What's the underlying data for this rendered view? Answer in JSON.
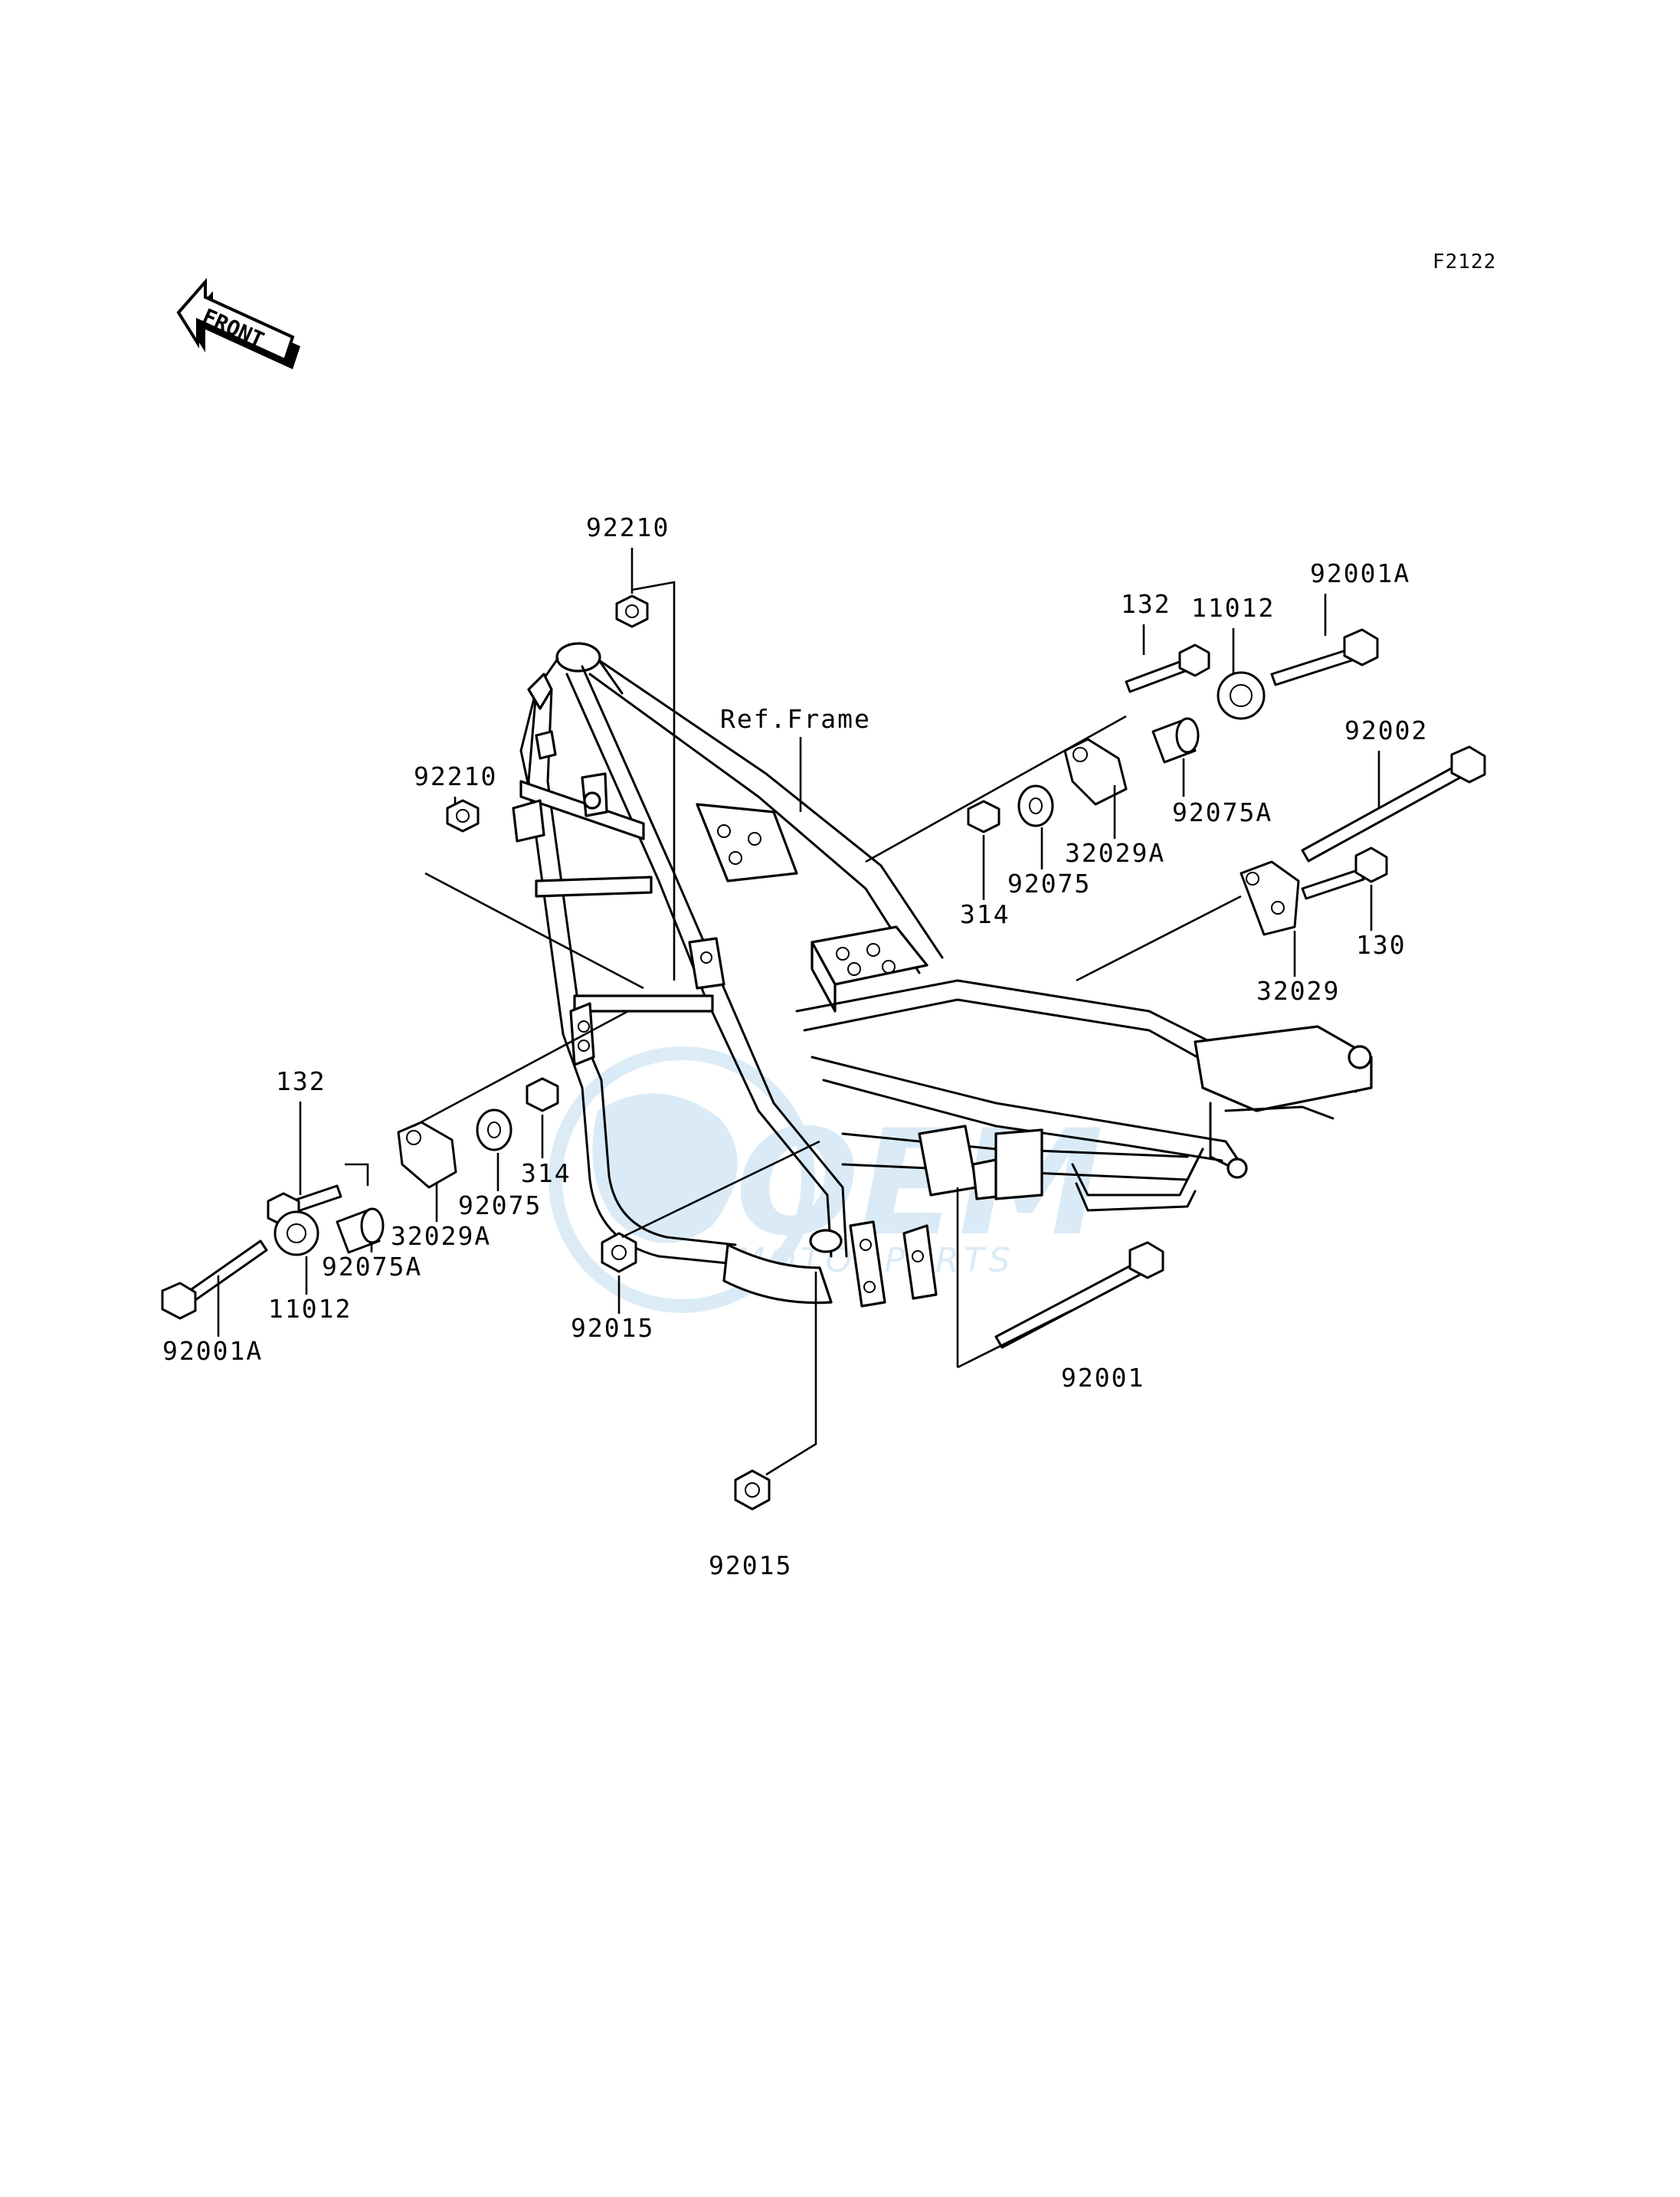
{
  "figure_code": "F2122",
  "front_arrow_text": "FRONT",
  "ref_frame_label": "Ref.Frame",
  "watermark": {
    "main": "OEM",
    "sub": "MOTORPARTS",
    "color": "#5aa9dc"
  },
  "labels": {
    "nut_92210_top": "92210",
    "nut_92210_left": "92210",
    "bolt_132_right": "132",
    "collar_11012_right": "11012",
    "bolt_92001A_right": "92001A",
    "bolt_92002": "92002",
    "bushing_92075A_right": "92075A",
    "bracket_32029A_right": "32029A",
    "nut_314_right": "314",
    "bushing_92075_right": "92075",
    "bolt_130": "130",
    "plate_32029": "32029",
    "bolt_132_left": "132",
    "bushing_92075_left": "92075",
    "nut_314_left": "314",
    "bracket_32029A_left": "32029A",
    "bushing_92075A_left": "92075A",
    "collar_11012_left": "11012",
    "bolt_92001A_left": "92001A",
    "nut_92015_mid": "92015",
    "bolt_92001": "92001",
    "nut_92015_bottom": "92015"
  }
}
